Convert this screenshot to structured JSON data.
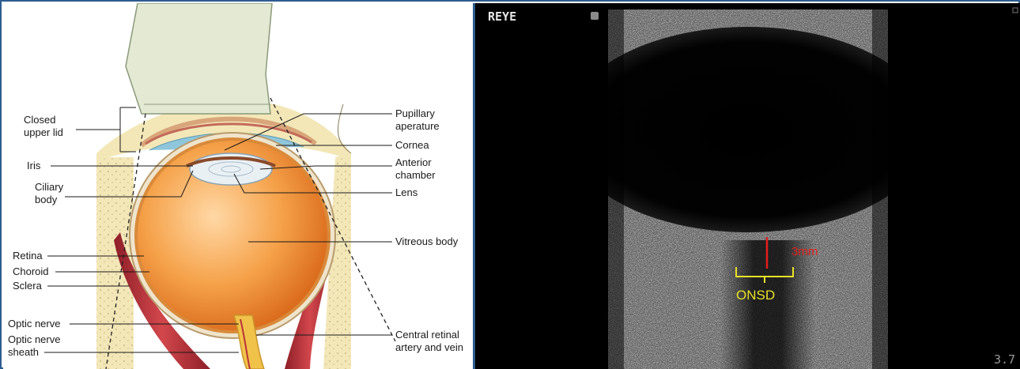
{
  "diagram": {
    "labels": {
      "closed_upper_lid": [
        "Closed",
        "upper lid"
      ],
      "iris": "Iris",
      "ciliary_body": [
        "Ciliary",
        "body"
      ],
      "retina": "Retina",
      "choroid": "Choroid",
      "sclera": "Sclera",
      "optic_nerve": "Optic nerve",
      "optic_nerve_sheath": [
        "Optic nerve",
        "sheath"
      ],
      "pupillary_aperature": [
        "Pupillary",
        "aperature"
      ],
      "cornea": "Cornea",
      "anterior_chamber": [
        "Anterior",
        "chamber"
      ],
      "lens": "Lens",
      "vitreous_body": "Vitreous body",
      "central_retinal": [
        "Central retinal",
        "artery and vein"
      ]
    },
    "colors": {
      "eyeball": "#f08a2a",
      "muscle": "#b8323a",
      "bone": "#f3e7b8",
      "probe": "#e4e9d3",
      "cornea": "#8fc6dc"
    }
  },
  "ultrasound": {
    "eye_label": "REYE",
    "depth_value": "3.7",
    "measurement_label": "3mm",
    "onsd_label": "ONSD",
    "colors": {
      "measurement": "#e0201c",
      "onsd": "#e9e227"
    }
  }
}
